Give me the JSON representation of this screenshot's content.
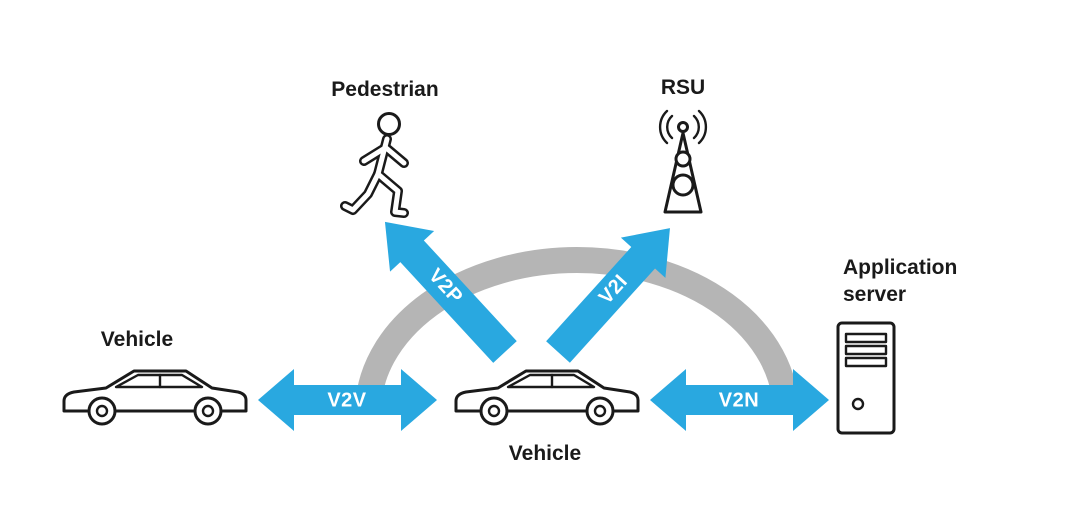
{
  "diagram": {
    "type": "v2x-communication-diagram",
    "nodes": {
      "pedestrian": {
        "label": "Pedestrian",
        "icon": "walking-person"
      },
      "rsu": {
        "label": "RSU",
        "icon": "antenna-tower"
      },
      "application_server": {
        "label": "Application server",
        "icon": "server-tower"
      },
      "vehicle_left": {
        "label": "Vehicle",
        "icon": "car-outline"
      },
      "vehicle_center": {
        "label": "Vehicle",
        "icon": "car-outline"
      }
    },
    "links": {
      "v2v": {
        "label": "V2V",
        "from": "vehicle_left",
        "to": "vehicle_center",
        "bidirectional": true
      },
      "v2p": {
        "label": "V2P",
        "from": "vehicle_center",
        "to": "pedestrian",
        "bidirectional": false
      },
      "v2i": {
        "label": "V2I",
        "from": "vehicle_center",
        "to": "rsu",
        "bidirectional": false
      },
      "v2n": {
        "label": "V2N",
        "from": "vehicle_center",
        "to": "application_server",
        "bidirectional": true
      }
    },
    "colors": {
      "arrow_blue": "#29a8e0",
      "arc_gray": "#b5b5b5",
      "outline_black": "#1a1a1a",
      "background": "#ffffff",
      "arrow_text": "#ffffff"
    }
  }
}
